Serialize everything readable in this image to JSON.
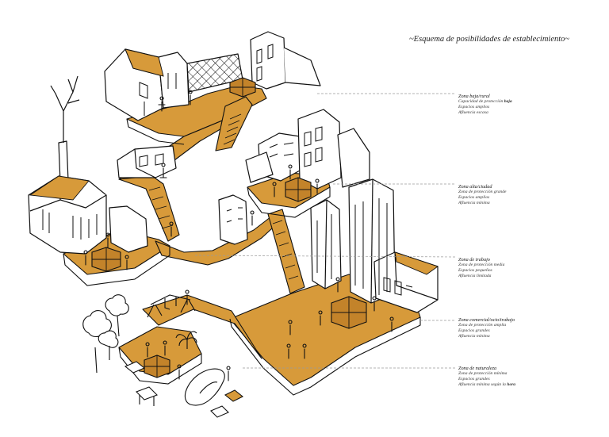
{
  "title": "~Esquema de posibilidades de establecimiento~",
  "colors": {
    "platform": "#d79a3a",
    "platform_dark": "#c3832a",
    "ink": "#111111",
    "paper": "#ffffff",
    "leader": "#9a9a9a"
  },
  "zones": [
    {
      "name": "Zona baja/rural",
      "lines": [
        {
          "text": "Capacidad de protección ",
          "bold": "baja"
        },
        {
          "text": "Espacios amplios",
          "bold": ""
        },
        {
          "text": "Afluencia escasa",
          "bold": ""
        }
      ]
    },
    {
      "name": "Zona alta/ciudad",
      "lines": [
        {
          "text": "Zona de protección grande",
          "bold": ""
        },
        {
          "text": "Espacios amplios",
          "bold": ""
        },
        {
          "text": "Afluencia mínima",
          "bold": ""
        }
      ]
    },
    {
      "name": "Zona de trabajo",
      "lines": [
        {
          "text": "Zona de protección media",
          "bold": ""
        },
        {
          "text": "Espacios pequeños",
          "bold": ""
        },
        {
          "text": "Afluencia limitada",
          "bold": ""
        }
      ]
    },
    {
      "name": "Zona comercial/ocio/trabajo",
      "lines": [
        {
          "text": "Zona de protección amplia",
          "bold": ""
        },
        {
          "text": "Espacios grandes",
          "bold": ""
        },
        {
          "text": "Afluencia mínima",
          "bold": ""
        }
      ]
    },
    {
      "name": "Zona de naturaleza",
      "lines": [
        {
          "text": "Zona de protección mínima",
          "bold": ""
        },
        {
          "text": "Espacios grandes",
          "bold": ""
        },
        {
          "text": "Afluencia mínima según la ",
          "bold": "hora"
        }
      ]
    }
  ]
}
